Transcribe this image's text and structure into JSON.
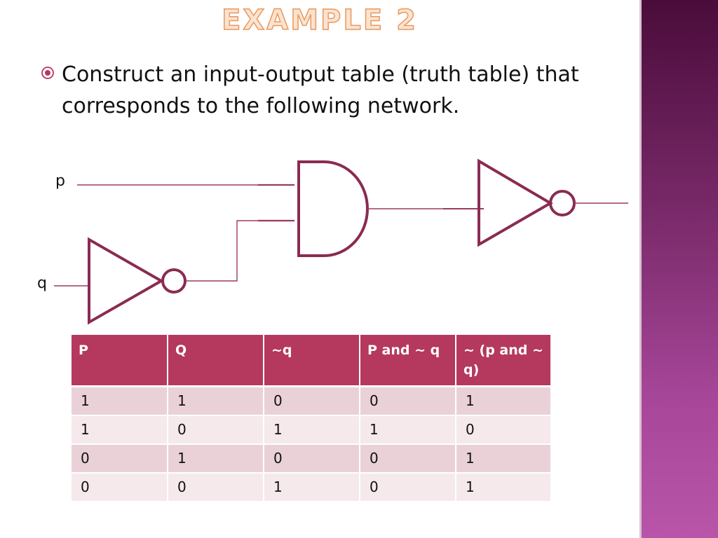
{
  "slide": {
    "title": "EXAMPLE 2",
    "bullet_text": "Construct an input-output table (truth table) that corresponds to the following network.",
    "bullet_icon": "circle-dot-bullet-icon"
  },
  "diagram": {
    "label_p": "p",
    "label_q": "q",
    "gates": [
      "and-gate-icon",
      "not-gate-icon"
    ],
    "wire_color": "#9c3a62",
    "gate_color": "#8a2b52"
  },
  "table": {
    "headers": [
      "P",
      "Q",
      "~q",
      "P and ~ q",
      "~ (p and ~ q)"
    ],
    "rows": [
      [
        "1",
        "1",
        "0",
        "0",
        "1"
      ],
      [
        "1",
        "0",
        "1",
        "1",
        "0"
      ],
      [
        "0",
        "1",
        "0",
        "0",
        "1"
      ],
      [
        "0",
        "0",
        "1",
        "0",
        "1"
      ]
    ]
  },
  "colors": {
    "header_bg": "#b5385f",
    "row_odd": "#ead1d8",
    "row_even": "#f5e9ec",
    "title_fill": "#fbe3d0",
    "title_stroke": "#e8995e",
    "sidebar_top": "#4a0c3a",
    "sidebar_bottom": "#b855a8"
  }
}
